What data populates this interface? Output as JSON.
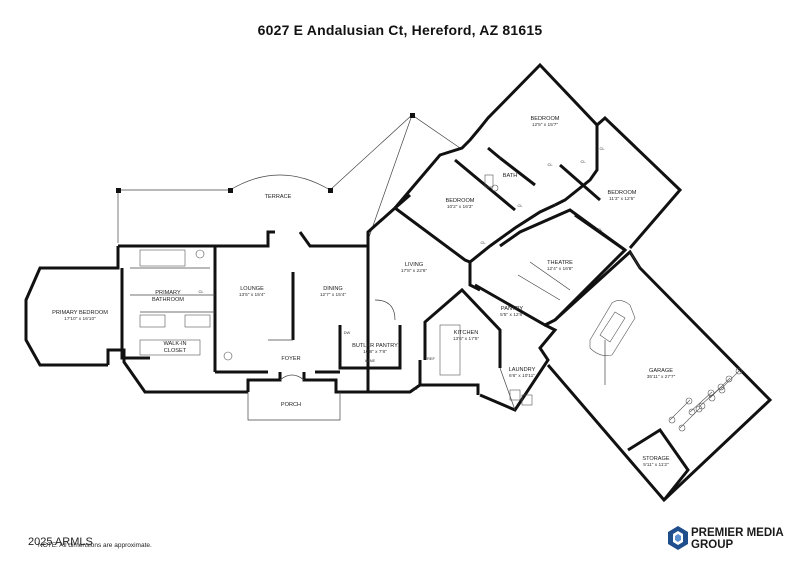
{
  "title": "6027 E Andalusian Ct, Hereford, AZ 81615",
  "rooms": {
    "terrace": {
      "name": "TERRACE"
    },
    "primary_bedroom": {
      "name": "PRIMARY BEDROOM",
      "dim": "17'10\" x 16'10\""
    },
    "primary_bathroom": {
      "name1": "PRIMARY",
      "name2": "BATHROOM"
    },
    "walkin_closet": {
      "name1": "WALK-IN",
      "name2": "CLOSET"
    },
    "lounge": {
      "name": "LOUNGE",
      "dim": "13'5\" x 15'4\""
    },
    "dining": {
      "name": "DINING",
      "dim": "12'7\" x 15'4\""
    },
    "foyer": {
      "name": "FOYER"
    },
    "porch": {
      "name": "PORCH"
    },
    "butler_pantry": {
      "name": "BUTLER PANTRY",
      "dim": "10'8\" x 7'8\""
    },
    "living": {
      "name": "LIVING",
      "dim": "17'8\" x 22'6\""
    },
    "kitchen": {
      "name": "KITCHEN",
      "dim": "13'6\" x 17'5\""
    },
    "pantry": {
      "name": "PANTRY",
      "dim": "5'5\" x 12'8\""
    },
    "laundry": {
      "name": "LAUNDRY",
      "dim": "6'6\" x 10'11\""
    },
    "theatre": {
      "name": "THEATRE",
      "dim": "12'4\" x 16'8\""
    },
    "bedroom1": {
      "name": "BEDROOM",
      "dim": "12'5\" x 15'7\""
    },
    "bedroom2": {
      "name": "BEDROOM",
      "dim": "10'2\" x 16'3\""
    },
    "bedroom3": {
      "name": "BEDROOM",
      "dim": "11'3\" x 12'5\""
    },
    "bath": {
      "name": "BATH"
    },
    "garage": {
      "name": "GARAGE",
      "dim": "35'11\" x 27'7\""
    },
    "storage": {
      "name": "STORAGE",
      "dim": "5'11\" x 11'2\""
    }
  },
  "labels": {
    "cl": "CL",
    "dw": "DW",
    "ref": "REF",
    "wine": "WINE"
  },
  "footer": {
    "copyright": "2025 ARMLS",
    "note": "NOTE: All dimensions are approximate."
  },
  "logo": {
    "line1": "PREMIER MEDIA",
    "line2": "GROUP",
    "accent_color": "#1f4e8c",
    "icon": "hexagon-logo-icon"
  }
}
